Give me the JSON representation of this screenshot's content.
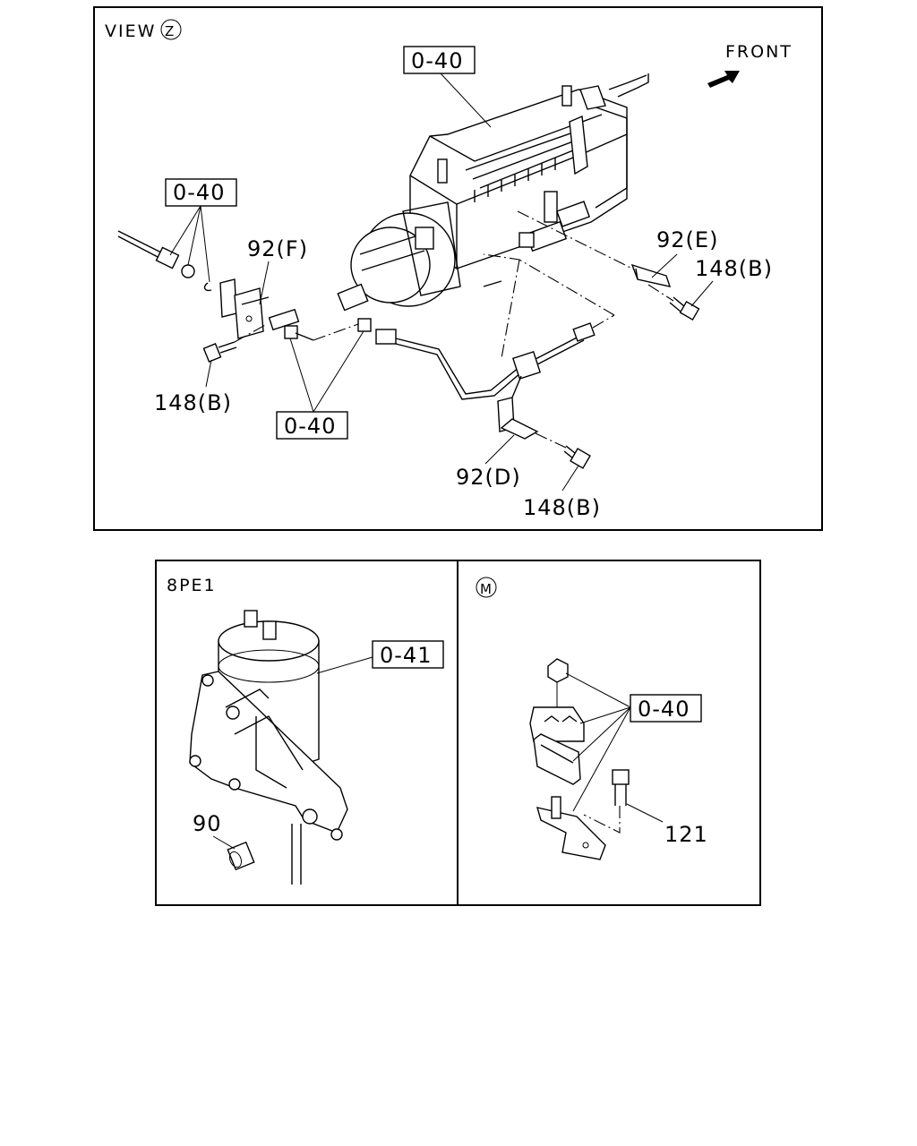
{
  "view_panel": {
    "view_label": "VIEW",
    "view_marker": "Z",
    "front_label": "FRONT",
    "callouts": {
      "pump_top": "0-40",
      "left_fittings": "0-40",
      "pipe_nuts": "0-40",
      "bracket_f": "92(F)",
      "bracket_e": "92(E)",
      "bracket_d": "92(D)",
      "bolt_left": "148(B)",
      "bolt_right": "148(B)",
      "bolt_bottom": "148(B)"
    }
  },
  "panel_8pe1": {
    "title": "8PE1",
    "callouts": {
      "filter": "0-41",
      "bushing": "90"
    }
  },
  "panel_m": {
    "marker": "M",
    "callouts": {
      "clamp_set": "0-40",
      "bolt": "121"
    }
  }
}
